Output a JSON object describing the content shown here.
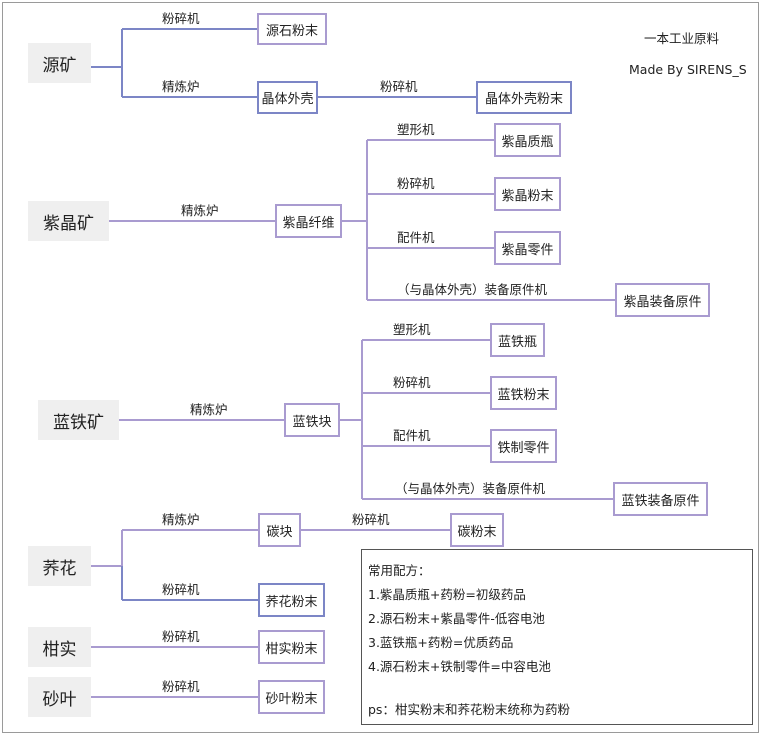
{
  "header": {
    "title": "一本工业原料",
    "author": "Made By SIRENS_S"
  },
  "colors": {
    "purple_line": "#a99bd0",
    "blue_line": "#7c86c6",
    "source_bg": "#efefef"
  },
  "sources": {
    "yuankuang": "源矿",
    "zijingkuang": "紫晶矿",
    "lantiekuang": "蓝铁矿",
    "qiaohua": "荞花",
    "ganshi": "柑实",
    "shaye": "砂叶"
  },
  "machines": {
    "crusher": "粉碎机",
    "refiner": "精炼炉",
    "molder": "塑形机",
    "parts": "配件机",
    "equip_parts": "（与晶体外壳）装备原件机"
  },
  "products": {
    "yuanshi_powder": "源石粉末",
    "crystal_shell": "晶体外壳",
    "crystal_shell_powder": "晶体外壳粉末",
    "zijing_fiber": "紫晶纤维",
    "zijing_bottle": "紫晶质瓶",
    "zijing_powder": "紫晶粉末",
    "zijing_parts": "紫晶零件",
    "zijing_equip": "紫晶装备原件",
    "lantie_block": "蓝铁块",
    "lantie_bottle": "蓝铁瓶",
    "lantie_powder": "蓝铁粉末",
    "tie_parts": "铁制零件",
    "lantie_equip": "蓝铁装备原件",
    "carbon_block": "碳块",
    "carbon_powder": "碳粉末",
    "qiaohua_powder": "荞花粉末",
    "ganshi_powder": "柑实粉末",
    "shaye_powder": "砂叶粉末"
  },
  "recipes": {
    "heading": "常用配方：",
    "items": [
      "1.紫晶质瓶+药粉=初级药品",
      "2.源石粉末+紫晶零件-低容电池",
      "3.蓝铁瓶+药粉=优质药品",
      "4.源石粉末+铁制零件=中容电池"
    ],
    "note": "ps：柑实粉末和荞花粉末统称为药粉"
  }
}
